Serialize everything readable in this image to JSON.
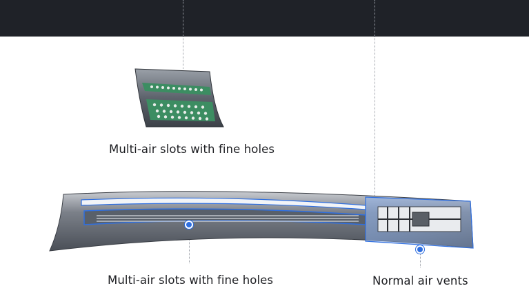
{
  "labels": {
    "small_vent": "Multi-air slots with fine holes",
    "dashboard_slots": "Multi-air slots with fine holes",
    "normal_vents": "Normal air vents"
  },
  "colors": {
    "top_band": "#1f2228",
    "highlight_blue": "#2f6fe0",
    "slot_green": "#3c8d62"
  }
}
